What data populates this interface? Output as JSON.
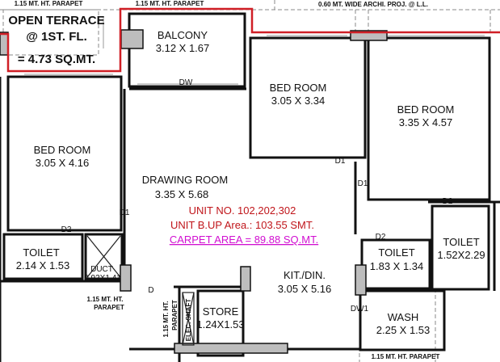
{
  "top_labels": {
    "parapet_left": "1.15 MT. HT. PARAPET",
    "parapet_mid": "1.15 MT. HT. PARAPET",
    "archi_proj": "0.60 MT. WIDE ARCHI. PROJ. @ L.L."
  },
  "terrace": {
    "line1": "OPEN TERRACE",
    "line2": "@ 1ST. FL.",
    "line3": "= 4.73 SQ.MT."
  },
  "rooms": {
    "balcony": {
      "name": "BALCONY",
      "size": "3.12 X 1.67"
    },
    "bedroom_mid": {
      "name": "BED ROOM",
      "size": "3.05 X 3.34"
    },
    "bedroom_right": {
      "name": "BED ROOM",
      "size": "3.35 X 4.57"
    },
    "bedroom_left": {
      "name": "BED ROOM",
      "size": "3.05 X 4.16"
    },
    "drawing": {
      "name": "DRAWING ROOM",
      "size": "3.35 X 5.68"
    },
    "toilet_left": {
      "name": "TOILET",
      "size": "2.14 X 1.53"
    },
    "duct": {
      "name": "DUCT",
      "size": "0.92X1.41"
    },
    "kitchen": {
      "name": "KIT./DIN.",
      "size": "3.05 X 5.16"
    },
    "toilet_mid": {
      "name": "TOILET",
      "size": "1.83 X 1.34"
    },
    "toilet_right": {
      "name": "TOILET",
      "size": "1.52X2.29"
    },
    "wash": {
      "name": "WASH",
      "size": "2.25 X 1.53"
    },
    "store": {
      "name": "STORE",
      "size": "1.24X1.53"
    }
  },
  "unit": {
    "unit_no": "UNIT NO. 102,202,302",
    "builtup": "UNIT B.UP Area.: 103.55 SMT.",
    "carpet": "CARPET AREA = 89.88 SQ.MT."
  },
  "doors": {
    "dw": "DW",
    "d1_a": "D1",
    "d1_b": "D1",
    "d1_c": "D1",
    "d2_left": "D2",
    "d2_mid": "D2",
    "d2_right": "D2",
    "d": "D",
    "dw1": "DW1"
  },
  "annotations": {
    "parapet_duct_1": "1.15 MT. HT.",
    "parapet_duct_2": "PARAPET",
    "parapet_vert_1": "1.15 MT. HT.",
    "parapet_vert_2": "PARAPET",
    "elec_shaft": "ELEC. SHAFT",
    "parapet_wash": "1.15 MT. HT. PARAPET"
  },
  "colors": {
    "outline_red": "#d01f26",
    "unit_text": "#c0151a",
    "carpet_text": "#d10fd1",
    "column_gray": "#bdbdbd"
  }
}
